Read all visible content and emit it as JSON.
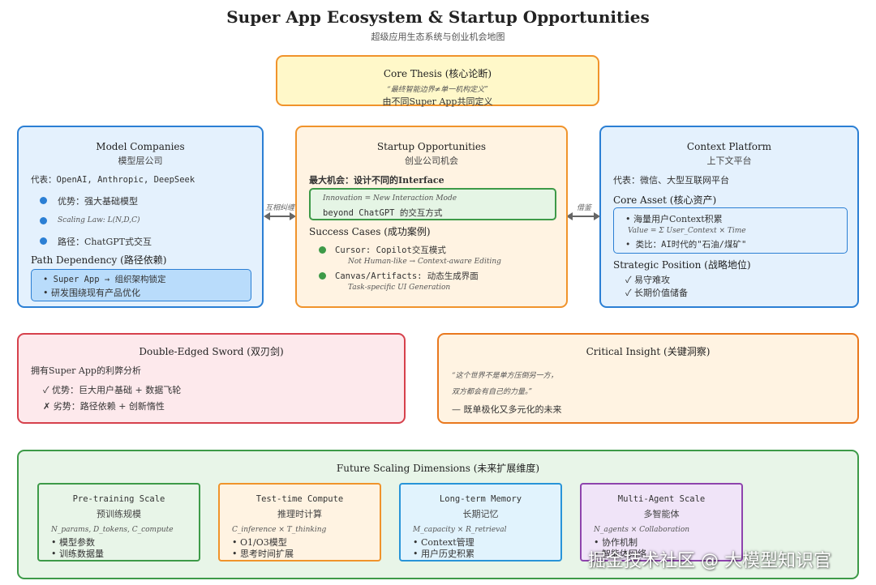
{
  "header": {
    "title": "Super App Ecosystem & Startup Opportunities",
    "subtitle": "超级应用生态系统与创业机会地图"
  },
  "core_thesis": {
    "title": "Core Thesis (核心论断)",
    "quote": "“最终智能边界≠单一机构定义”",
    "line": "由不同Super App共同定义"
  },
  "model_companies": {
    "title": "Model Companies",
    "subtitle": "模型层公司",
    "reps": "代表：OpenAI, Anthropic, DeepSeek",
    "items": [
      "优势：强大基础模型",
      "Scaling Law: L(N,D,C)",
      "路径：ChatGPT式交互"
    ],
    "path_title": "Path Dependency (路径依赖)",
    "path_items": [
      "Super App → 组织架构锁定",
      "研发围绕现有产品优化"
    ]
  },
  "startup": {
    "title": "Startup Opportunities",
    "subtitle": "创业公司机会",
    "max_opp": "最大机会：设计不同的Interface",
    "innovation_formula": "Innovation = New Interaction Mode",
    "innovation_text": "beyond ChatGPT 的交互方式",
    "success_title": "Success Cases (成功案例)",
    "cases": [
      {
        "name": "Cursor: Copilot交互模式",
        "note": "Not Human-like → Context-aware Editing"
      },
      {
        "name": "Canvas/Artifacts: 动态生成界面",
        "note": "Task-specific UI Generation"
      }
    ]
  },
  "context_platform": {
    "title": "Context Platform",
    "subtitle": "上下文平台",
    "reps": "代表：微信、大型互联网平台",
    "core_asset_title": "Core Asset (核心资产)",
    "asset_item1": "海量用户Context积累",
    "asset_formula": "Value = Σ User_Context × Time",
    "asset_item2": "类比：AI时代的\"石油/煤矿\"",
    "strategic_title": "Strategic Position (战略地位)",
    "strategic_items": [
      "易守难攻",
      "长期价值储备"
    ]
  },
  "arrows": {
    "left_label": "互相纠缠",
    "right_label": "借鉴"
  },
  "double_edged": {
    "title": "Double-Edged Sword (双刃剑)",
    "intro": "拥有Super App的利弊分析",
    "pro": "优势：巨大用户基础 + 数据飞轮",
    "con": "劣势：路径依赖 + 创新惰性",
    "pro_mark": "✓",
    "con_mark": "✗"
  },
  "critical_insight": {
    "title": "Critical Insight (关键洞察)",
    "quote1": "“这个世界不是单方压倒另一方，",
    "quote2": "双方都会有自己的力量。”",
    "conclusion": "— 既单极化又多元化的未来"
  },
  "future": {
    "title": "Future Scaling Dimensions (未来扩展维度)",
    "cards": [
      {
        "title": "Pre-training Scale",
        "subtitle": "预训练规模",
        "formula": "N_params, D_tokens, C_compute",
        "items": [
          "模型参数",
          "训练数据量"
        ]
      },
      {
        "title": "Test-time Compute",
        "subtitle": "推理时计算",
        "formula": "C_inference × T_thinking",
        "items": [
          "O1/O3模型",
          "思考时间扩展"
        ]
      },
      {
        "title": "Long-term Memory",
        "subtitle": "长期记忆",
        "formula": "M_capacity × R_retrieval",
        "items": [
          "Context管理",
          "用户历史积累"
        ]
      },
      {
        "title": "Multi-Agent Scale",
        "subtitle": "多智能体",
        "formula": "N_agents × Collaboration",
        "items": [
          "协作机制",
          "智能体网络"
        ]
      }
    ]
  },
  "watermark": "掘金技术社区 @ 大模型知识官",
  "colors": {
    "blue": "#2b7fd4",
    "orange": "#f0932b",
    "green": "#3d9a48",
    "red": "#d6414c",
    "purple": "#8e44ad"
  }
}
